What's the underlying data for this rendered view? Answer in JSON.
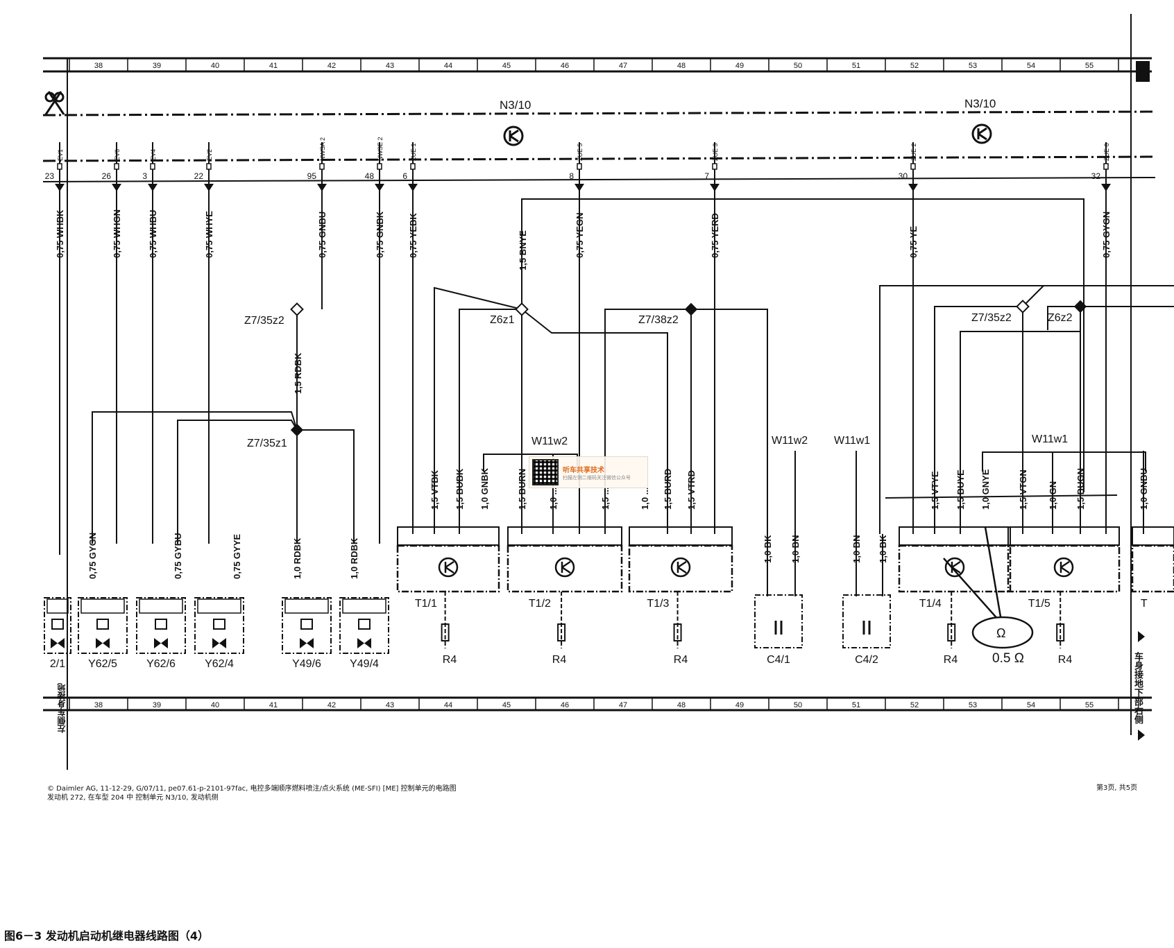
{
  "ruler": {
    "top": [
      "38",
      "39",
      "40",
      "41",
      "42",
      "43",
      "44",
      "45",
      "46",
      "47",
      "48",
      "49",
      "50",
      "51",
      "52",
      "53",
      "54",
      "55"
    ],
    "bottom": [
      "38",
      "39",
      "40",
      "41",
      "42",
      "43",
      "44",
      "45",
      "46",
      "47",
      "48",
      "49",
      "50",
      "51",
      "52",
      "53",
      "54",
      "55"
    ]
  },
  "control_unit": {
    "left_label": "N3/10",
    "right_label": "N3/10"
  },
  "pins": [
    {
      "pin": "23",
      "signal": "EV1",
      "wire": "0,75 WHBK"
    },
    {
      "pin": "26",
      "signal": "EV6",
      "wire": "0,75 WHGN"
    },
    {
      "pin": "3",
      "signal": "EV4",
      "wire": "0,75 WHBU"
    },
    {
      "pin": "22",
      "signal": "EV2",
      "wire": "0,75 WHYE"
    },
    {
      "pin": "95",
      "signal": "NWSA 2",
      "wire": "0,75 GNBU"
    },
    {
      "pin": "48",
      "signal": "NWSE 2",
      "wire": "0,75 GNBK"
    },
    {
      "pin": "6",
      "signal": "ZUE 1",
      "wire": "0,75 YEBK"
    },
    {
      "pin": "8",
      "signal": "ZUE 5",
      "wire": "0,75 YEGN"
    },
    {
      "pin": "7",
      "signal": "ZUE 3",
      "wire": "0,75 YERD"
    },
    {
      "pin": "30",
      "signal": "ZUE 2",
      "wire": "0,75 YE"
    },
    {
      "pin": "32",
      "signal": "ZUE 6",
      "wire": "0,75 GYGN"
    }
  ],
  "wires_mid": {
    "bnye": "1,5 BNYE",
    "rdbk": "1,5 RDBK"
  },
  "splices": {
    "z7_35z2_top": "Z7/35z2",
    "z7_35z1": "Z7/35z1",
    "z6z1": "Z6z1",
    "z7_38z2": "Z7/38z2",
    "z7_35z2_right": "Z7/35z2",
    "z6z2": "Z6z2"
  },
  "shields": {
    "w11w2_a": "W11w2",
    "w11w2_b": "W11w2",
    "w11w1_a": "W11w1",
    "w11w1_b": "W11w1"
  },
  "valve_wires": [
    "0,75 GYGN",
    "0,75 GYBU",
    "0,75 GYYE",
    "1,0 RDBK",
    "1,0 RDBK"
  ],
  "valves": [
    "2/1",
    "Y62/5",
    "Y62/6",
    "Y62/4",
    "Y49/6",
    "Y49/4"
  ],
  "coil_wires": {
    "t11": [
      "1,5 VTBK",
      "1,5 BUBK",
      "1,0 GNBK"
    ],
    "t12": [
      "1,5 BURN",
      "1,0 ...",
      "1,5 ..."
    ],
    "t13": [
      "1,0 ...",
      "1,5 BURD",
      "1,5 VTRD"
    ],
    "c41": [
      "1,0 BK",
      "1,0 BN"
    ],
    "c42": [
      "1,0 BN",
      "1,0 BK"
    ],
    "t14": [
      "1,5 VTYE",
      "1,5 BUYE",
      "1,0 GNYE"
    ],
    "t15": [
      "1,5 VTGN",
      "1,0 GN",
      "1,5 BUGN"
    ],
    "t16": [
      "1,0 GNBU"
    ]
  },
  "coils": [
    "T1/1",
    "T1/2",
    "T1/3",
    "T1/4",
    "T1/5",
    "T"
  ],
  "capacitors": [
    "C4/1",
    "C4/2"
  ],
  "resistors": [
    "R4",
    "R4",
    "R4",
    "R4",
    "R4"
  ],
  "meter": {
    "symbol": "Ω",
    "reading": "0.5 Ω"
  },
  "footer": {
    "line1": "© Daimler AG, 11-12-29, G/07/11, pe07.61-p-2101-97fac, 电控多端顺序燃料喷注/点火系统 (ME-SFI) [ME] 控制单元的电路图",
    "line2": "发动机 272, 在车型 204 中 控制单元 N3/10, 发动机侧",
    "page": "第3页, 共5页"
  },
  "watermark": {
    "title": "听车共享技术",
    "subtitle": "扫描左侧二维码关注微信公众号"
  },
  "side_right": "车身接地下部右侧",
  "side_left": "左侧车身接地",
  "caption": "图6－3  发动机启动机继电器线路图（4）"
}
